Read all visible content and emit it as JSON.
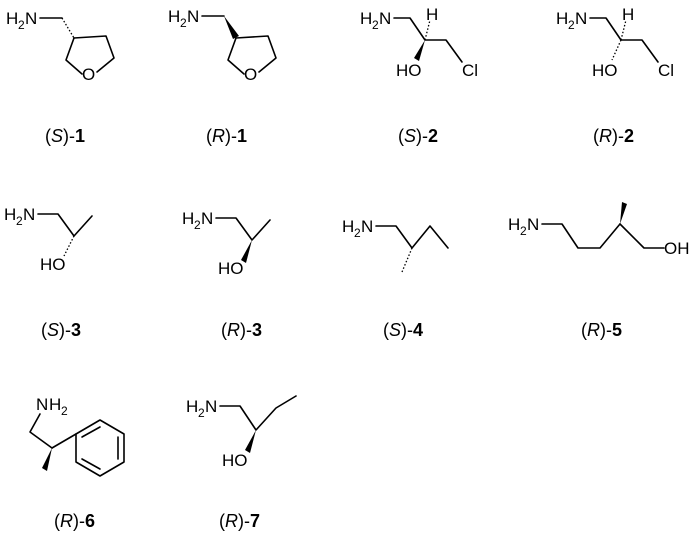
{
  "atoms": {
    "h": "H",
    "n": "N",
    "sub2": "2",
    "o": "O",
    "oh_ho": "HO",
    "oh_oh": "OH",
    "cl": "Cl"
  },
  "compounds": [
    {
      "open": "(",
      "config": "S",
      "close": ")-",
      "num": "1"
    },
    {
      "open": "(",
      "config": "R",
      "close": ")-",
      "num": "1"
    },
    {
      "open": "(",
      "config": "S",
      "close": ")-",
      "num": "2"
    },
    {
      "open": "(",
      "config": "R",
      "close": ")-",
      "num": "2"
    },
    {
      "open": "(",
      "config": "S",
      "close": ")-",
      "num": "3"
    },
    {
      "open": "(",
      "config": "R",
      "close": ")-",
      "num": "3"
    },
    {
      "open": "(",
      "config": "S",
      "close": ")-",
      "num": "4"
    },
    {
      "open": "(",
      "config": "R",
      "close": ")-",
      "num": "5"
    },
    {
      "open": "(",
      "config": "R",
      "close": ")-",
      "num": "6"
    },
    {
      "open": "(",
      "config": "R",
      "close": ")-",
      "num": "7"
    }
  ]
}
